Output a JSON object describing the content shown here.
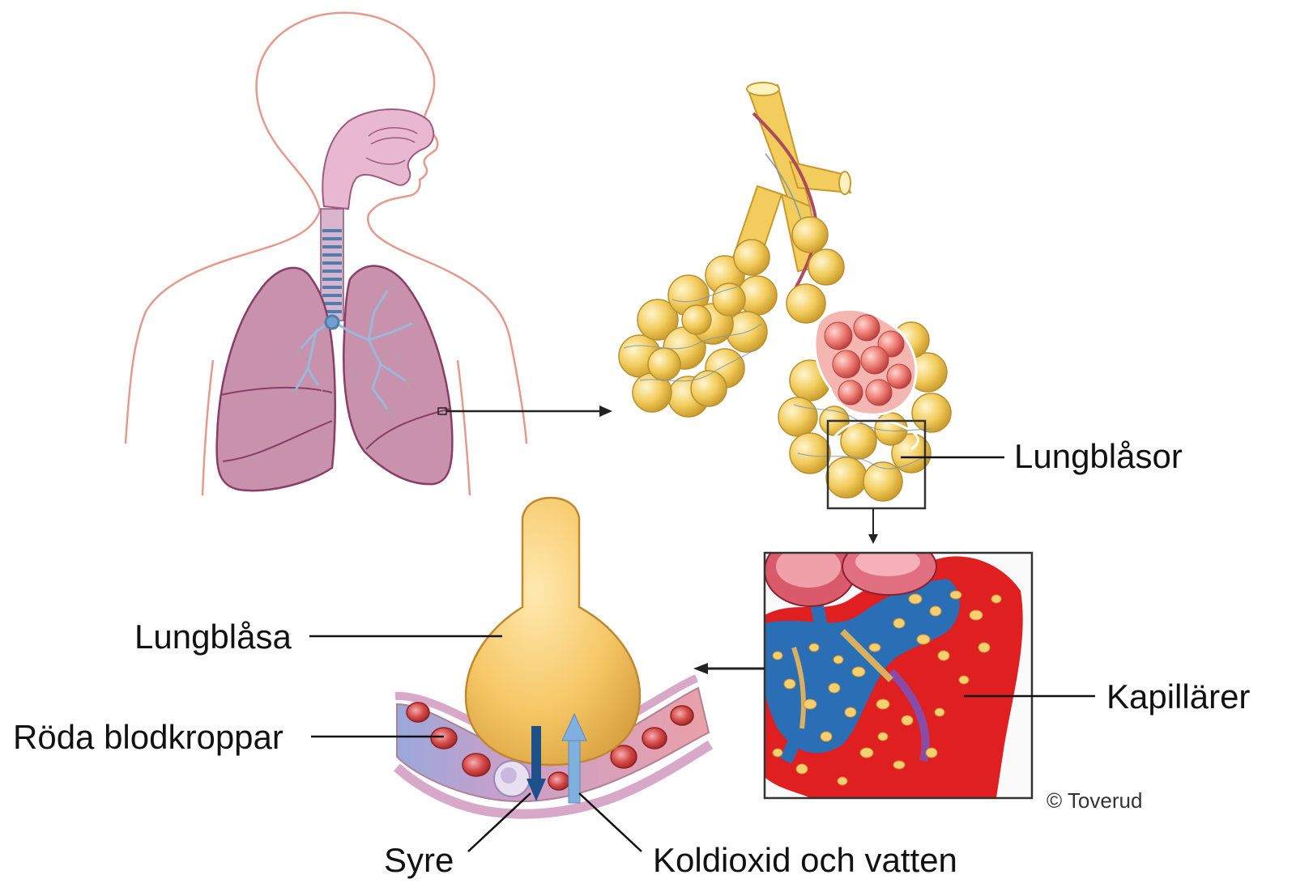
{
  "labels": {
    "lungblasor": "Lungblåsor",
    "lungblasa": "Lungblåsa",
    "kapillarer": "Kapillärer",
    "roda_blodkroppar": "Röda blodkroppar",
    "syre": "Syre",
    "koldioxid": "Koldioxid och vatten"
  },
  "credit": "© Toverud",
  "colors": {
    "skin_outline": "#e59a8c",
    "lung": "#c892ad",
    "lung_outline": "#8a3d66",
    "trachea": "#8ab3d6",
    "alveoli": "#f2cc5c",
    "alveoli_red": "#e86a6a",
    "vein_blue": "#2a6eb5",
    "artery_red": "#d42020",
    "oxygen_arrow": "#1d4f8a",
    "co2_arrow": "#7fb0de"
  }
}
